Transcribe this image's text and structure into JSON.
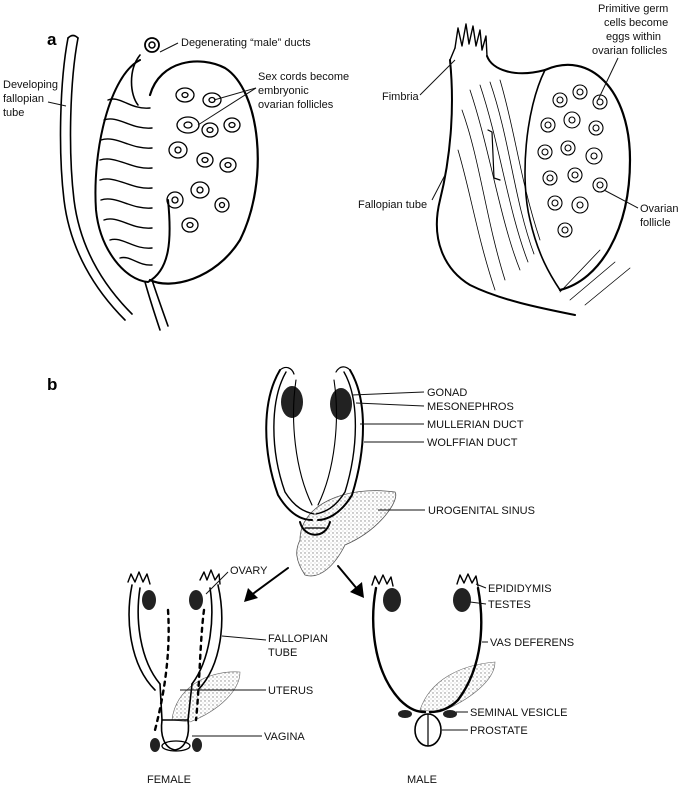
{
  "panel_a": {
    "letter": "a",
    "left_labels": {
      "degenerating_ducts": "Degenerating “male” ducts",
      "developing_tube_1": "Developing",
      "developing_tube_2": "fallopian",
      "developing_tube_3": "tube",
      "sex_cords_1": "Sex cords become",
      "sex_cords_2": "embryonic",
      "sex_cords_3": "ovarian follicles"
    },
    "right_labels": {
      "primitive_1": "Primitive germ",
      "primitive_2": "cells become",
      "primitive_3": "eggs within",
      "primitive_4": "ovarian follicles",
      "fimbria": "Fimbria",
      "fallopian_tube": "Fallopian tube",
      "ovarian_follicle_1": "Ovarian",
      "ovarian_follicle_2": "follicle"
    }
  },
  "panel_b": {
    "letter": "b",
    "top_labels": {
      "gonad": "GONAD",
      "mesonephros": "MESONEPHROS",
      "mullerian_duct": "MULLERIAN DUCT",
      "wolffian_duct": "WOLFFIAN DUCT",
      "urogenital_sinus": "UROGENITAL SINUS"
    },
    "female_labels": {
      "ovary": "OVARY",
      "fallopian_1": "FALLOPIAN",
      "fallopian_2": "TUBE",
      "uterus": "UTERUS",
      "vagina": "VAGINA",
      "caption": "FEMALE"
    },
    "male_labels": {
      "epididymis": "EPIDIDYMIS",
      "testes": "TESTES",
      "vas_deferens": "VAS DEFERENS",
      "seminal_vesicle": "SEMINAL VESICLE",
      "prostate": "PROSTATE",
      "caption": "MALE"
    }
  }
}
